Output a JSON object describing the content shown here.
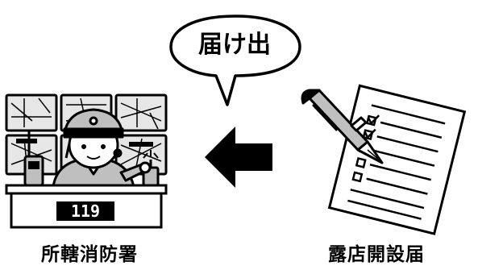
{
  "bubble": {
    "text": "届け出"
  },
  "fire_station": {
    "label": "所轄消防署",
    "desk_number": "119"
  },
  "document": {
    "label": "露店開設届"
  },
  "flow": {
    "direction": "right-to-left"
  },
  "colors": {
    "ink": "#000000",
    "paper": "#ffffff",
    "tone": "#bfbfbf",
    "light_tone": "#e6e6e6"
  },
  "icons": [
    "speech-bubble-icon",
    "dispatcher-desk-icon",
    "arrow-left-icon",
    "document-icon",
    "fountain-pen-icon"
  ]
}
